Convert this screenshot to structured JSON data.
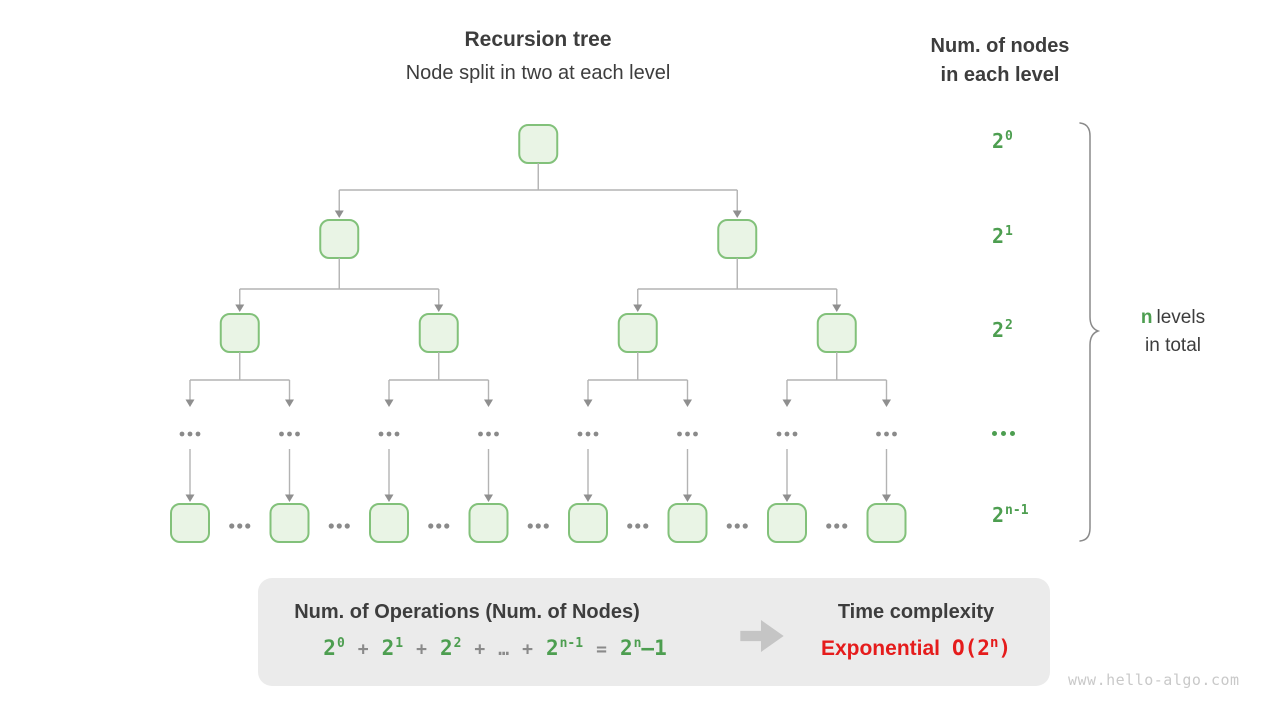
{
  "header": {
    "title": "Recursion tree",
    "subtitle": "Node split in two at each level"
  },
  "right_header": {
    "line1": "Num. of nodes",
    "line2": "in each level"
  },
  "level_labels": [
    {
      "base": "2",
      "sup": "0"
    },
    {
      "base": "2",
      "sup": "1"
    },
    {
      "base": "2",
      "sup": "2"
    },
    {
      "ellipsis": true
    },
    {
      "base": "2",
      "sup": "n-1"
    }
  ],
  "brace_label": {
    "highlight": "n",
    "rest": "levels",
    "line2": "in total"
  },
  "tree": {
    "leaf_count": 8,
    "branching_factor": 2,
    "levels_visible": 5
  },
  "summary_box": {
    "operations_title": "Num. of Operations (Num. of Nodes)",
    "formula_tokens": [
      {
        "t": "2",
        "sup": "0",
        "c": "g"
      },
      {
        "t": "+",
        "c": "x"
      },
      {
        "t": "2",
        "sup": "1",
        "c": "g"
      },
      {
        "t": "+",
        "c": "x"
      },
      {
        "t": "2",
        "sup": "2",
        "c": "g"
      },
      {
        "t": "+",
        "c": "x"
      },
      {
        "t": "…",
        "c": "x"
      },
      {
        "t": "+",
        "c": "x"
      },
      {
        "t": "2",
        "sup": "n-1",
        "c": "g"
      },
      {
        "t": "=",
        "c": "x"
      },
      {
        "t": "2",
        "sup": "n",
        "tail": "–1",
        "c": "g"
      }
    ],
    "complexity_title": "Time complexity",
    "complexity_word": "Exponential",
    "big_o": {
      "pre": "O(2",
      "sup": "n",
      "post": ")"
    }
  },
  "watermark": "www.hello-algo.com",
  "colors": {
    "text": "#3d3d3d",
    "green_text": "#4d9e50",
    "node_fill": "#e9f4e5",
    "node_border": "#82c17a",
    "line": "#b3b3b3",
    "arrowhead": "#8f8f8f",
    "dots": "#8a8a8a",
    "box_bg": "#ebebeb",
    "block_arrow": "#c5c5c5",
    "red": "#e51c1c",
    "brace": "#8a8a8a",
    "watermark": "#c9c9c9"
  }
}
